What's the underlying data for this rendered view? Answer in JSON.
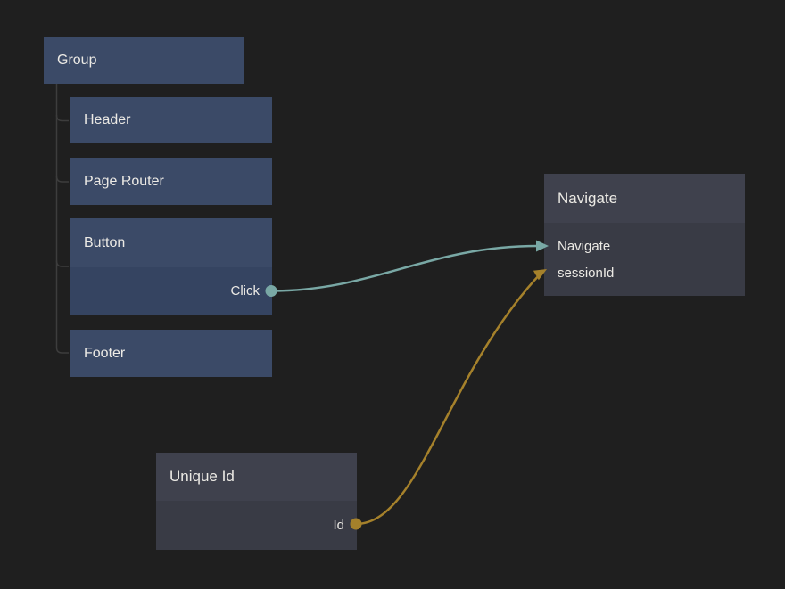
{
  "colors": {
    "background": "#1f1f1f",
    "node_blue_header": "#3b4a67",
    "node_blue_body": "#354461",
    "node_gray_header": "#3f414d",
    "node_gray_body": "#393b45",
    "text": "#eceae5",
    "wire_teal": "#79a8a5",
    "wire_gold": "#a5812b",
    "tree_line": "#3d3d3d"
  },
  "nodes": {
    "group": {
      "title": "Group"
    },
    "header": {
      "title": "Header"
    },
    "page_router": {
      "title": "Page Router"
    },
    "button": {
      "title": "Button",
      "outputs": [
        {
          "label": "Click"
        }
      ]
    },
    "footer": {
      "title": "Footer"
    },
    "navigate": {
      "title": "Navigate",
      "inputs": [
        {
          "label": "Navigate"
        },
        {
          "label": "sessionId"
        }
      ]
    },
    "unique_id": {
      "title": "Unique Id",
      "outputs": [
        {
          "label": "Id"
        }
      ]
    }
  },
  "connections": [
    {
      "from": "Button.Click",
      "to": "Navigate.Navigate",
      "color": "#79a8a5"
    },
    {
      "from": "UniqueId.Id",
      "to": "Navigate.sessionId",
      "color": "#a5812b"
    }
  ]
}
